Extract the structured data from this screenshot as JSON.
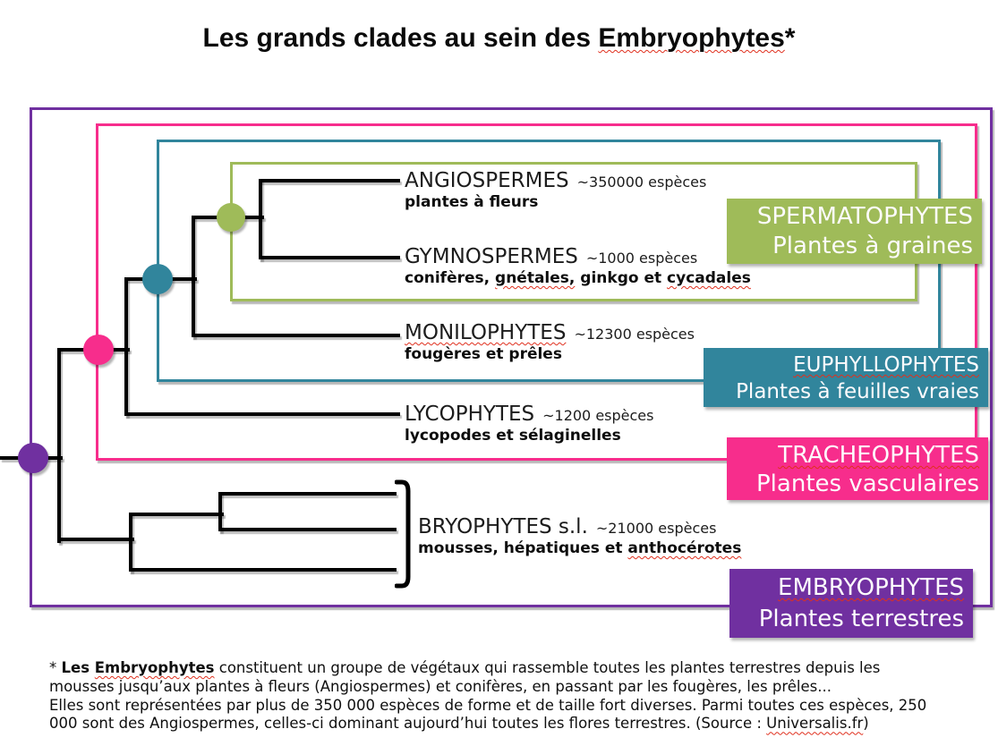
{
  "title": {
    "text_before": "Les grands clades au sein des ",
    "misspelled_word": "Embryophytes",
    "suffix": "*"
  },
  "colors": {
    "purple": "#7030a0",
    "pink": "#f72d8c",
    "teal": "#31859c",
    "green": "#9fbb59",
    "squiggle": "#e0301e"
  },
  "taxa": {
    "angiospermes": {
      "name": "ANGIOSPERMES",
      "count": "~350000 espèces",
      "desc": "plantes à fleurs"
    },
    "gymnospermes": {
      "name": "GYMNOSPERMES",
      "count": "~1000 espèces",
      "desc_p1": "conifères, ",
      "desc_p2": "gnétales,",
      "desc_p3": " ginkgo et ",
      "desc_p4": "cycadales"
    },
    "monilophytes": {
      "name": "MONILOPHYTES",
      "count": "~12300 espèces",
      "desc": "fougères et prêles"
    },
    "lycophytes": {
      "name": "LYCOPHYTES",
      "count": "~1200 espèces",
      "desc": "lycopodes et sélaginelles"
    },
    "bryophytes": {
      "name": "BRYOPHYTES s.l.",
      "count": "~21000 espèces",
      "desc_p1": "mousses, hépatiques et ",
      "desc_p2": "anthocérotes"
    }
  },
  "clade_boxes": {
    "spermatophytes": {
      "title": "SPERMATOPHYTES",
      "subtitle": "Plantes à graines"
    },
    "euphyllophytes": {
      "title": "EUPHYLLOPHYTES",
      "subtitle": "Plantes à feuilles vraies"
    },
    "tracheophytes": {
      "title": "TRACHEOPHYTES",
      "subtitle": "Plantes vasculaires"
    },
    "embryophytes": {
      "title": "EMBRYOPHYTES",
      "subtitle": "Plantes terrestres"
    }
  },
  "footnote": {
    "l1_p1": "* ",
    "l1_p2": "Les ",
    "l1_p3": "Embryophytes",
    "l1_p4": " constituent un groupe de végétaux qui rassemble toutes les plantes terrestres depuis les",
    "l2": "mousses jusqu’aux plantes à fleurs (Angiospermes) et conifères, en passant par les fougères, les prêles...",
    "l3": "Elles sont représentées par plus de 350 000 espèces de forme et de taille fort diverses. Parmi toutes ces espèces, 250",
    "l4_p1": "000 sont des Angiospermes, celles-ci dominant aujourd’hui toutes les flores terrestres. (Source : ",
    "l4_p2": "Universalis.fr",
    "l4_p3": ")"
  }
}
